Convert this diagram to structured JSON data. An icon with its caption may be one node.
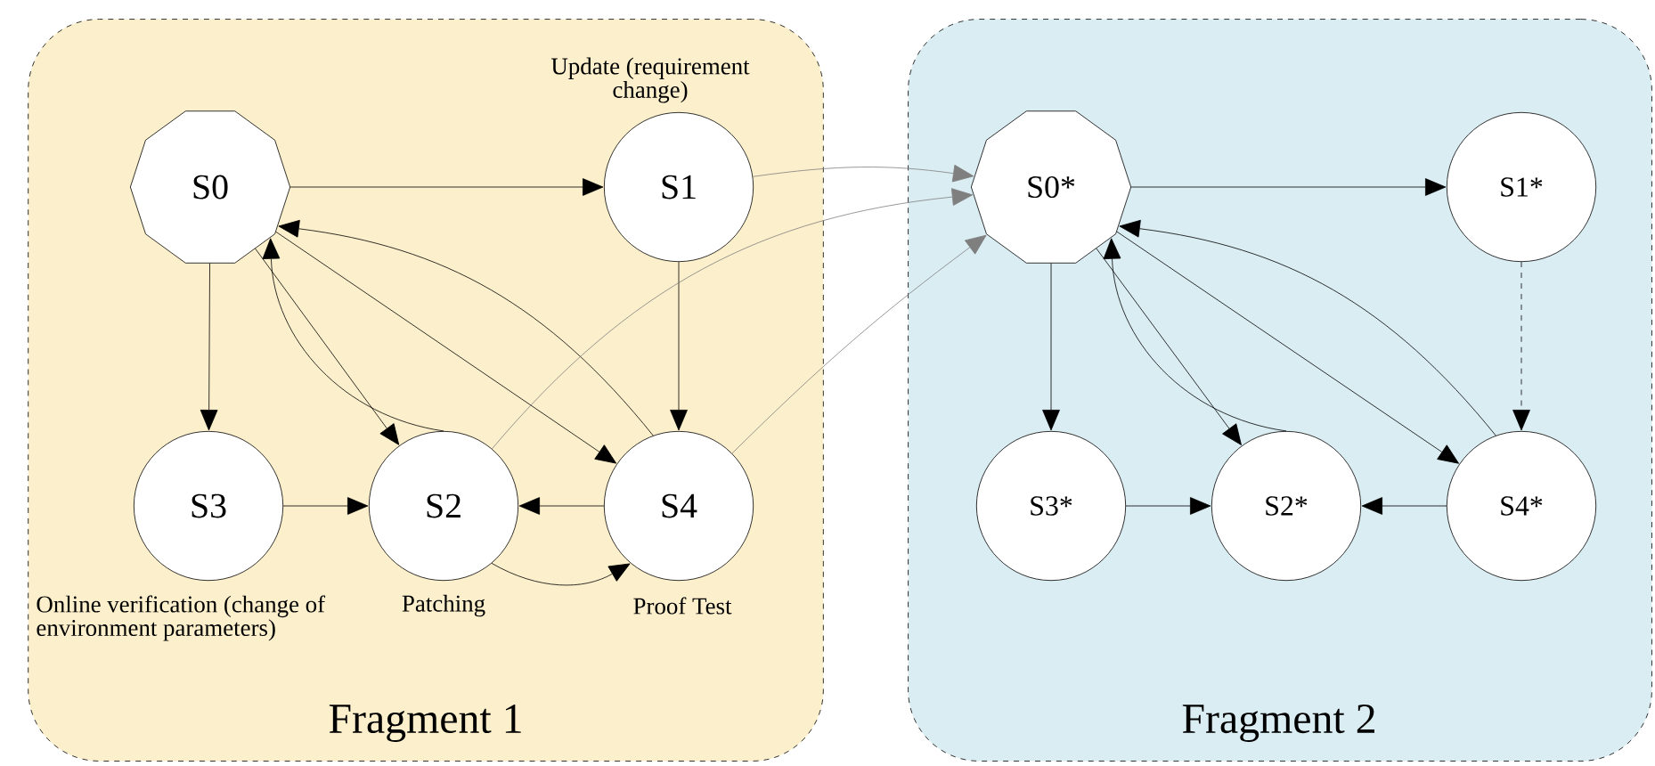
{
  "diagram": {
    "nodes": [
      {
        "text": [
          "Fragment 1"
        ]
      },
      {
        "text": [
          "S0"
        ],
        "in": 0
      },
      {
        "text": [
          "S1"
        ],
        "in": 0,
        "beside": [
          "Update (requirement change)"
        ]
      },
      {
        "text": [
          "S3"
        ],
        "in": 0,
        "beside": [
          "Online verification (change of environment parameters)"
        ]
      },
      {
        "text": [
          "S2"
        ],
        "in": 0,
        "beside": [
          "Patching"
        ]
      },
      {
        "text": [
          "S4"
        ],
        "in": 0,
        "beside": [
          "Proof Test"
        ]
      },
      {
        "text": [
          "Fragment 2"
        ]
      },
      {
        "text": [
          "S0*"
        ],
        "in": 6
      },
      {
        "text": [
          "S1*"
        ],
        "in": 6
      },
      {
        "text": [
          "S3*"
        ],
        "in": 6
      },
      {
        "text": [
          "S2*"
        ],
        "in": 6
      },
      {
        "text": [
          "S4*"
        ],
        "in": 6
      }
    ],
    "edges": [
      {
        "from": 1,
        "to": 2,
        "arrow": "to"
      },
      {
        "from": 1,
        "to": 3,
        "arrow": "to"
      },
      {
        "from": 2,
        "to": 5,
        "arrow": "to"
      },
      {
        "from": 3,
        "to": 4,
        "arrow": "to"
      },
      {
        "from": 5,
        "to": 4,
        "arrow": "to"
      },
      {
        "from": 4,
        "to": 5,
        "arrow": "to"
      },
      {
        "from": 1,
        "to": 4,
        "arrow": "to"
      },
      {
        "from": 4,
        "to": 1,
        "arrow": "to"
      },
      {
        "from": 1,
        "to": 5,
        "arrow": "to"
      },
      {
        "from": 5,
        "to": 1,
        "arrow": "to"
      },
      {
        "from": 2,
        "to": 7,
        "arrow": "to",
        "color": "#7f7f7f"
      },
      {
        "from": 4,
        "to": 7,
        "arrow": "to",
        "color": "#7f7f7f"
      },
      {
        "from": 5,
        "to": 7,
        "arrow": "to",
        "color": "#7f7f7f"
      },
      {
        "from": 7,
        "to": 8,
        "arrow": "to"
      },
      {
        "from": 7,
        "to": 9,
        "arrow": "to"
      },
      {
        "from": 8,
        "to": 11,
        "arrow": "to",
        "style": "dashed"
      },
      {
        "from": 9,
        "to": 10,
        "arrow": "to"
      },
      {
        "from": 11,
        "to": 10,
        "arrow": "to"
      },
      {
        "from": 7,
        "to": 10,
        "arrow": "to"
      },
      {
        "from": 10,
        "to": 7,
        "arrow": "to"
      },
      {
        "from": 7,
        "to": 11,
        "arrow": "to"
      },
      {
        "from": 11,
        "to": 7,
        "arrow": "to"
      }
    ]
  }
}
